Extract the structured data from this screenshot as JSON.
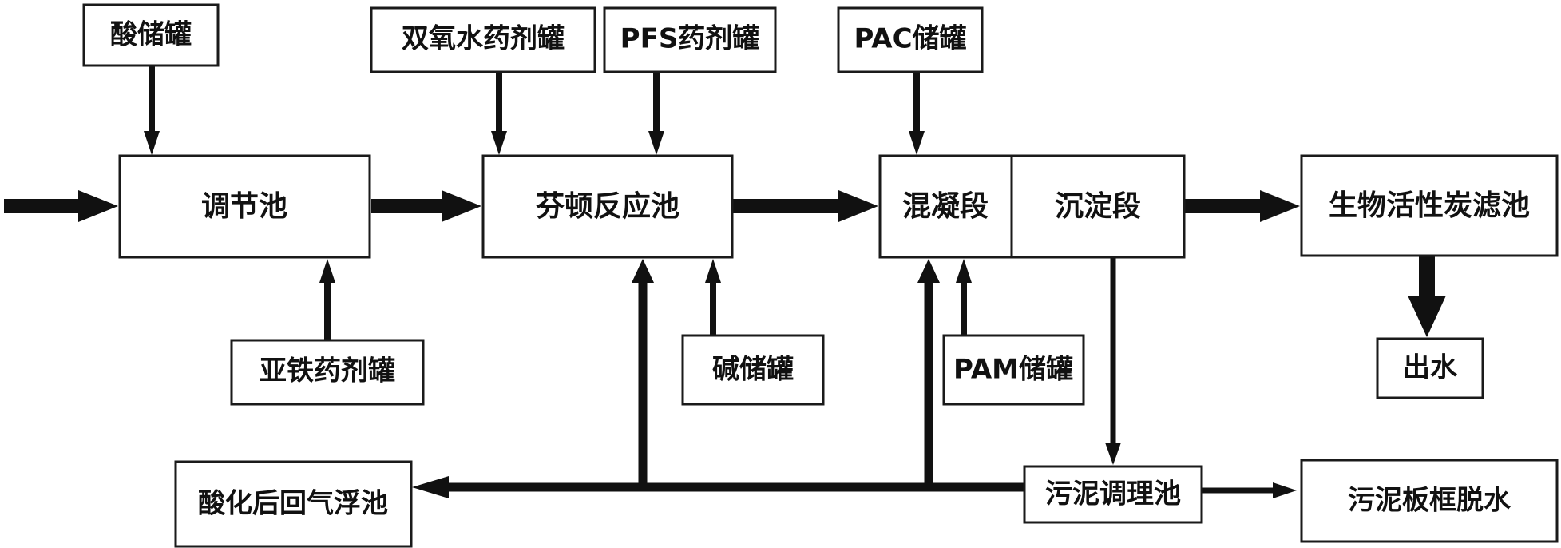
{
  "labels": {
    "acid_tank": "酸储罐",
    "h2o2_tank": "双氧水药剂罐",
    "pfs_tank": "PFS药剂罐",
    "pac_tank": "PAC储罐",
    "regulating_tank": "调节池",
    "fenton_tank": "芬顿反应池",
    "coagulation": "混凝段",
    "sedimentation": "沉淀段",
    "bac_filter": "生物活性炭滤池",
    "ferrous_tank": "亚铁药剂罐",
    "alkali_tank": "碱储罐",
    "pam_tank": "PAM储罐",
    "effluent": "出水",
    "return_flotation": "酸化后回气浮池",
    "sludge_conditioning": "污泥调理池",
    "sludge_dewatering": "污泥板框脱水"
  }
}
